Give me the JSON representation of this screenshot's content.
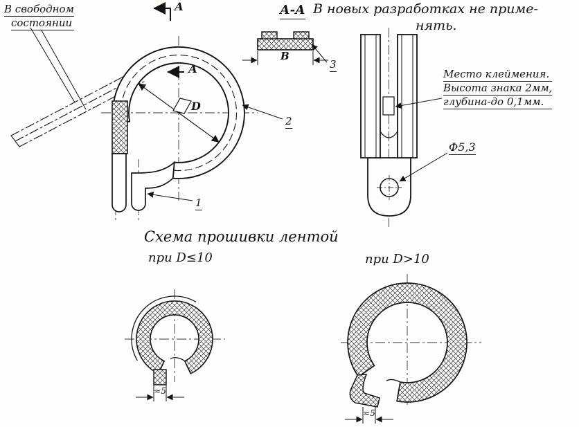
{
  "colors": {
    "ink": "#141414",
    "paper": "#fdfdfa"
  },
  "labels": {
    "free_state_1": "В свободном",
    "free_state_2": "состоянии",
    "section_letter": "А",
    "section_title": "А-А",
    "note_1": "В новых разработках не приме-",
    "note_2": "нять.",
    "dim_b": "В",
    "dim_d": "D",
    "part_1": "1",
    "part_2": "2",
    "part_3": "3",
    "marking_1": "Место клеймения.",
    "marking_2": "Высота знака 2мм,",
    "marking_3": "глубина-до 0,1мм.",
    "hole_dia": "Ф5,3",
    "scheme_title": "Схема прошивки лентой",
    "cond_small": "при D≤10",
    "cond_large": "при D>10",
    "approx_left": "≈5",
    "approx_right": "≈5"
  }
}
